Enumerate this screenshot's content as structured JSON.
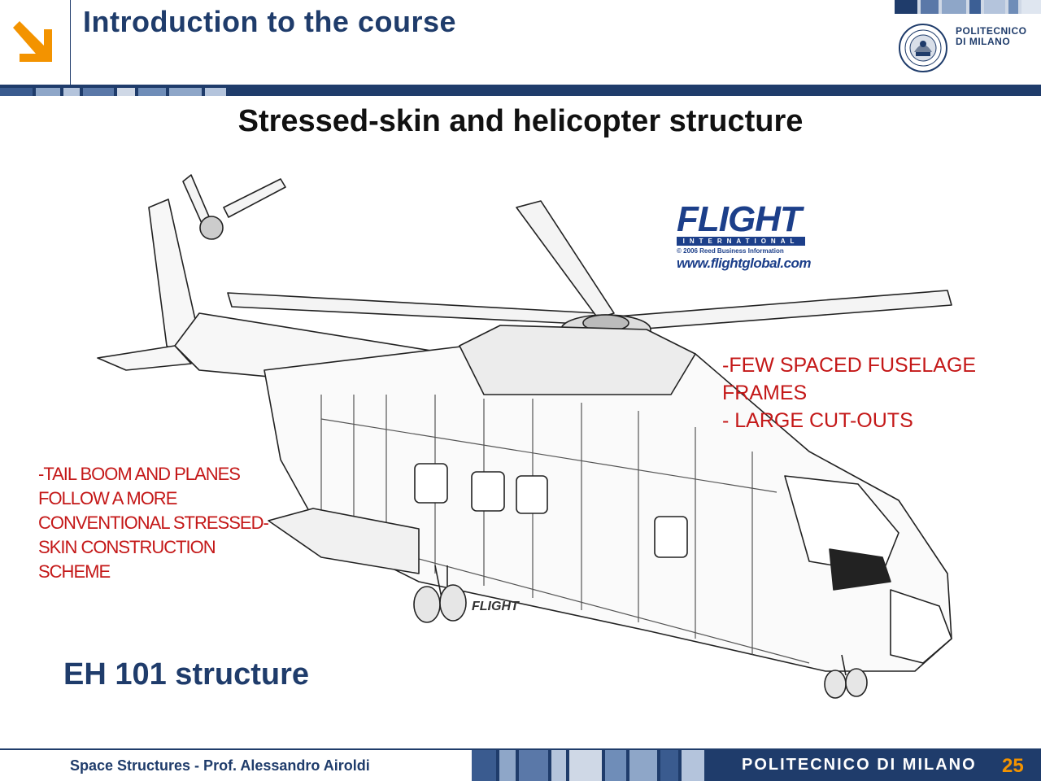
{
  "header": {
    "title": "Introduction to the course",
    "logo_text_line1": "POLITECNICO",
    "logo_text_line2": "DI MILANO",
    "arrow_color": "#f39300",
    "brand_color": "#1f3c6b"
  },
  "slide": {
    "title": "Stressed-skin and helicopter structure",
    "caption": "EH 101 structure",
    "annotations": {
      "right": [
        "-FEW SPACED FUSELAGE",
        "FRAMES",
        "- LARGE CUT-OUTS"
      ],
      "left": [
        "-TAIL BOOM AND PLANES",
        "FOLLOW A MORE",
        "CONVENTIONAL STRESSED-",
        "SKIN CONSTRUCTION",
        "SCHEME"
      ]
    },
    "annotation_color": "#c41818",
    "flight_logo": {
      "word": "FLIGHT",
      "sub": "INTERNATIONAL",
      "copyright": "© 2006 Reed Business Information",
      "url": "www.flightglobal.com"
    }
  },
  "footer": {
    "author": "Space Structures - Prof. Alessandro Airoldi",
    "org": "POLITECNICO DI MILANO",
    "page": "25"
  }
}
